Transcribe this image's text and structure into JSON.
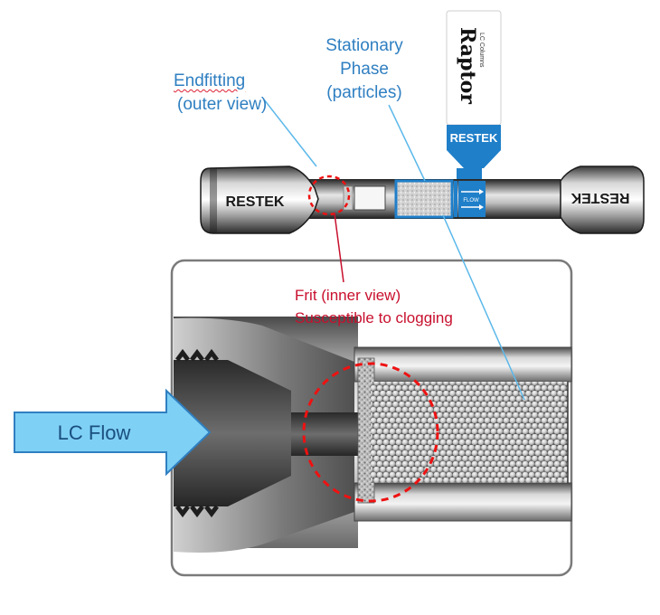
{
  "labels": {
    "endfitting_line1": "Endfitting",
    "endfitting_line2": "(outer view)",
    "stationary_line1": "Stationary",
    "stationary_line2": "Phase",
    "stationary_line3": "(particles)",
    "frit_line1": "Frit (inner view)",
    "frit_line2": "Susceptible to clogging",
    "lc_flow": "LC Flow"
  },
  "column": {
    "brand_left": "RESTEK",
    "brand_right": "RESTEK",
    "tag_brand": "Raptor",
    "tag_sub": "LC Columns",
    "tag_restek": "RESTEK",
    "flow_mark": "FLOW"
  },
  "colors": {
    "callout_blue": "#2f7fc1",
    "callout_red": "#c8102e",
    "arrow_fill": "#7fd0f5",
    "tag_blue": "#1f7fc9"
  }
}
